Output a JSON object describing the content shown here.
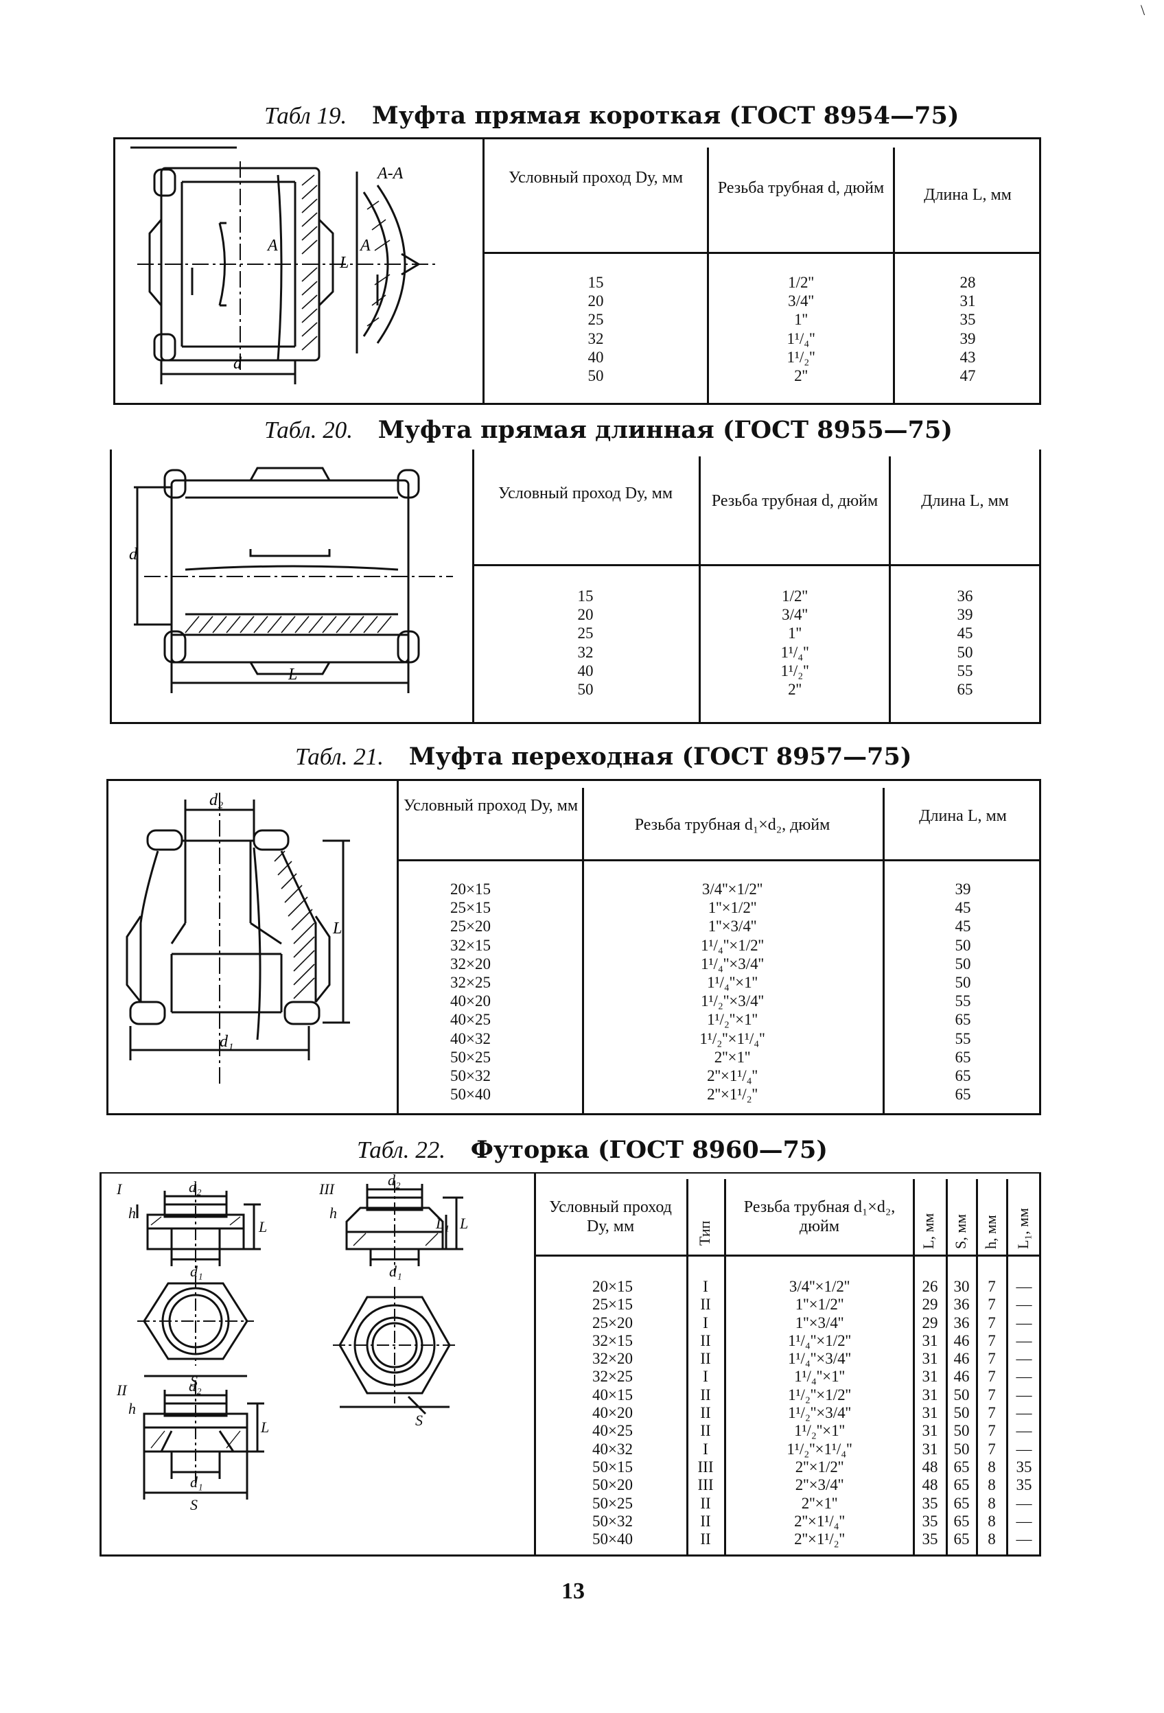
{
  "page_number": "13",
  "corner_mark": "\\",
  "table19": {
    "label": "Табл 19.",
    "title": "Муфта прямая короткая (ГОСТ 8954—75)",
    "drawing": {
      "section": "А-А",
      "cut_mark_left": "А",
      "cut_mark_right": "А",
      "dim_length": "L",
      "dim_diameter": "d"
    },
    "headers": [
      "Условный проход Dу, мм",
      "Резьба трубная d, дюйм",
      "Длина L, мм"
    ],
    "dy": "15\n20\n25\n32\n40\n50",
    "thread": "1/2''\n3/4''\n1''\n1¹/₄''\n1¹/₂''\n2''",
    "length": "28\n31\n35\n39\n43\n47"
  },
  "table20": {
    "label": "Табл. 20.",
    "title": "Муфта прямая длинная (ГОСТ 8955—75)",
    "drawing": {
      "dim_diameter": "d",
      "dim_length": "L"
    },
    "headers": [
      "Условный проход Dу, мм",
      "Резьба трубная d, дюйм",
      "Длина L, мм"
    ],
    "dy": "15\n20\n25\n32\n40\n50",
    "thread": "1/2''\n3/4''\n1''\n1¹/₄''\n1¹/₂''\n2''",
    "length": "36\n39\n45\n50\n55\n65"
  },
  "table21": {
    "label": "Табл. 21.",
    "title": "Муфта переходная (ГОСТ 8957—75)",
    "drawing": {
      "dim_d2": "d₂",
      "dim_d1": "d₁",
      "dim_length": "L"
    },
    "headers": [
      "Условный проход Dу, мм",
      "Резьба трубная d₁×d₂, дюйм",
      "Длина L, мм"
    ],
    "dy": "20×15\n25×15\n25×20\n32×15\n32×20\n32×25\n40×20\n40×25\n40×32\n50×25\n50×32\n50×40",
    "thread": "3/4''×1/2''\n1''×1/2''\n1''×3/4''\n1¹/₄''×1/2''\n1¹/₄''×3/4''\n1¹/₄''×1''\n1¹/₂''×3/4''\n1¹/₂''×1''\n1¹/₂''×1¹/₄''\n2''×1''\n2''×1¹/₄''\n2''×1¹/₂''",
    "length": "39\n45\n45\n50\n50\n50\n55\n65\n55\n65\n65\n65"
  },
  "table22": {
    "label": "Табл. 22.",
    "title": "Футорка (ГОСТ 8960—75)",
    "drawing": {
      "type1": "I",
      "type2": "II",
      "type3": "III",
      "d1": "d₁",
      "d2": "d₂",
      "h": "h",
      "L": "L",
      "L1": "L₁",
      "S": "S"
    },
    "headers": [
      "Условный проход Dу, мм",
      "Тип",
      "Резьба трубная d₁×d₂, дюйм",
      "L, мм",
      "S, мм",
      "h, мм",
      "L₁, мм"
    ],
    "dy": "20×15\n25×15\n25×20\n32×15\n32×20\n32×25\n40×15\n40×20\n40×25\n40×32\n50×15\n50×20\n50×25\n50×32\n50×40",
    "type": "I\nII\nI\nII\nII\nI\nII\nII\nII\nI\nIII\nIII\nII\nII\nII",
    "thread": "3/4''×1/2''\n1''×1/2''\n1''×3/4''\n1¹/₄''×1/2''\n1¹/₄''×3/4''\n1¹/₄''×1''\n1¹/₂''×1/2''\n1¹/₂''×3/4''\n1¹/₂''×1''\n1¹/₂''×1¹/₄''\n2''×1/2''\n2''×3/4''\n2''×1''\n2''×1¹/₄''\n2''×1¹/₂''",
    "L": "26\n29\n29\n31\n31\n31\n31\n31\n31\n31\n48\n48\n35\n35\n35",
    "S": "30\n36\n36\n46\n46\n46\n50\n50\n50\n50\n65\n65\n65\n65\n65",
    "h": "7\n7\n7\n7\n7\n7\n7\n7\n7\n7\n8\n8\n8\n8\n8",
    "L1": "—\n—\n—\n—\n—\n—\n—\n—\n—\n—\n35\n35\n—\n—\n—"
  }
}
